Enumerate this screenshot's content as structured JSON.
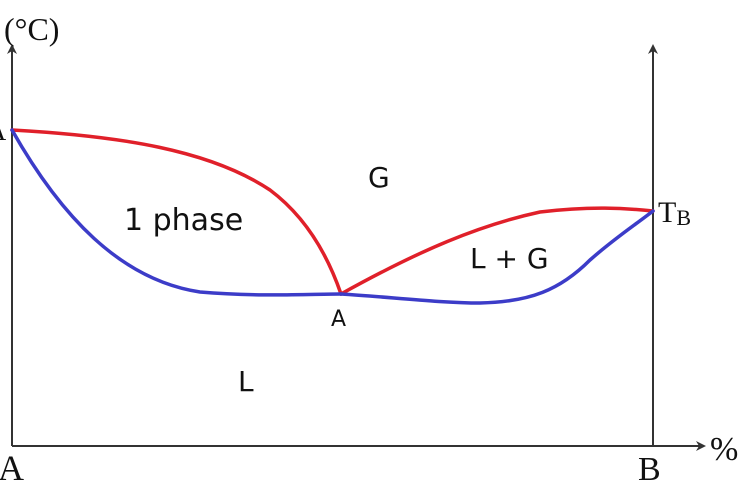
{
  "axes": {
    "y_unit_label": "(°C)",
    "x_unit_label": "%",
    "left_axis_label": "A",
    "right_axis_label": "B"
  },
  "point_labels": {
    "left_melting_point": "A",
    "right_melting_point": "TB",
    "eutectic_point": "A"
  },
  "regions": {
    "one_phase": "1 phase",
    "gas": "G",
    "liquid_gas": "L + G",
    "liquid": "L"
  },
  "colors": {
    "vapor_curve": "#e0202a",
    "liquid_curve": "#3c3cc8",
    "axis": "#333333",
    "text": "#111111"
  }
}
